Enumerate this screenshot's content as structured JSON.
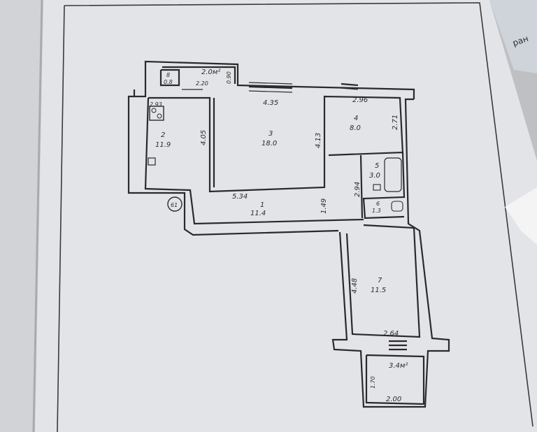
{
  "photo_subject": "floor plan sheet",
  "colors": {
    "paper": "#e5e6ea",
    "wall": "#2a2a2a",
    "background": "#bfc0c4",
    "fold_shadow": "#cfd0d4"
  },
  "corner_text": "ран",
  "entrance_marker": "61",
  "rooms": [
    {
      "number": "1",
      "area": "11.4"
    },
    {
      "number": "2",
      "area": "11.9"
    },
    {
      "number": "3",
      "area": "18.0"
    },
    {
      "number": "4",
      "area": "8.0"
    },
    {
      "number": "5",
      "area": "3.0"
    },
    {
      "number": "6",
      "area": "1.3"
    },
    {
      "number": "7",
      "area": "11.5"
    },
    {
      "number": "8",
      "area": "0.8"
    }
  ],
  "balconies": [
    {
      "area": "2.0м²"
    },
    {
      "area": "3.4м²"
    }
  ],
  "dimensions": [
    "2.20",
    "0.90",
    "2.93",
    "4.35",
    "2.96",
    "4.05",
    "4.13",
    "2.71",
    "5.34",
    "1.49",
    "2.94",
    "4.48",
    "2.64",
    "1.70",
    "2.00"
  ]
}
